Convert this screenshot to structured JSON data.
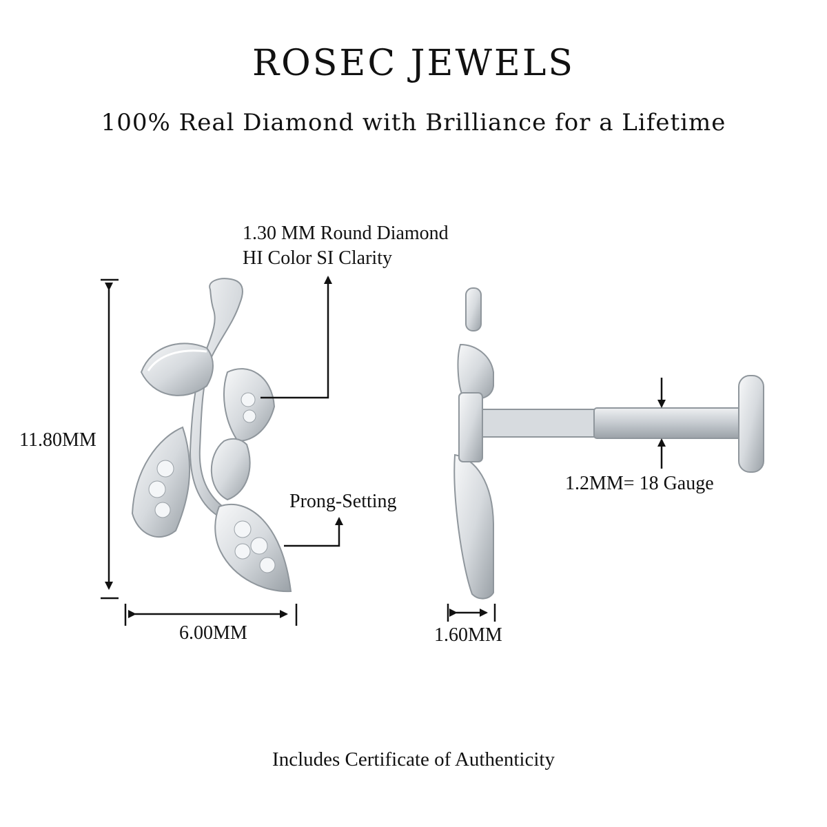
{
  "header": {
    "brand": "ROSEC JEWELS",
    "tagline": "100% Real Diamond with Brilliance for a Lifetime"
  },
  "annotations": {
    "diamond_line1": "1.30 MM Round Diamond",
    "diamond_line2": "HI Color SI Clarity",
    "height": "11.80MM",
    "width": "6.00MM",
    "setting": "Prong-Setting",
    "thickness": "1.60MM",
    "gauge": "1.2MM=  18 Gauge"
  },
  "footer": {
    "certificate": "Includes Certificate of Authenticity"
  },
  "colors": {
    "metal": "#d9dde1",
    "metal_dark": "#8f969c",
    "diamond": "#f4f6f8",
    "line": "#111111"
  }
}
